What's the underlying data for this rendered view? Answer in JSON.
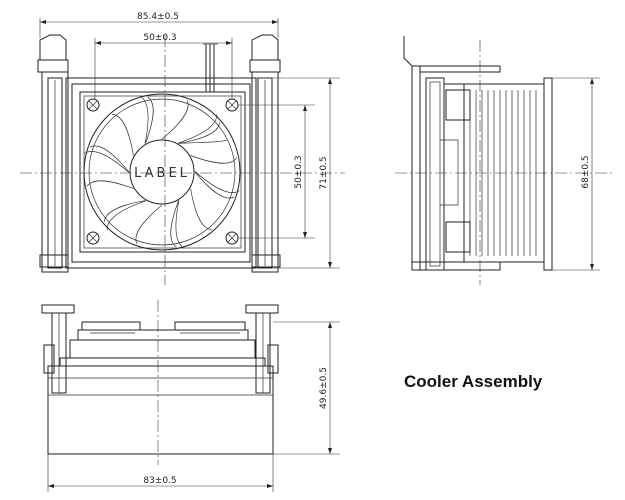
{
  "title": "Cooler Assembly",
  "fan_label": "LABEL",
  "dimensions": {
    "top_width": "85.4±0.5",
    "fan_span": "50±0.3",
    "fan_height": "50±0.3",
    "frame_height": "71±0.5",
    "side_height": "68±0.5",
    "front_height": "49.6±0.5",
    "bottom_width": "83±0.5"
  },
  "colors": {
    "line": "#222222",
    "background": "#ffffff"
  }
}
